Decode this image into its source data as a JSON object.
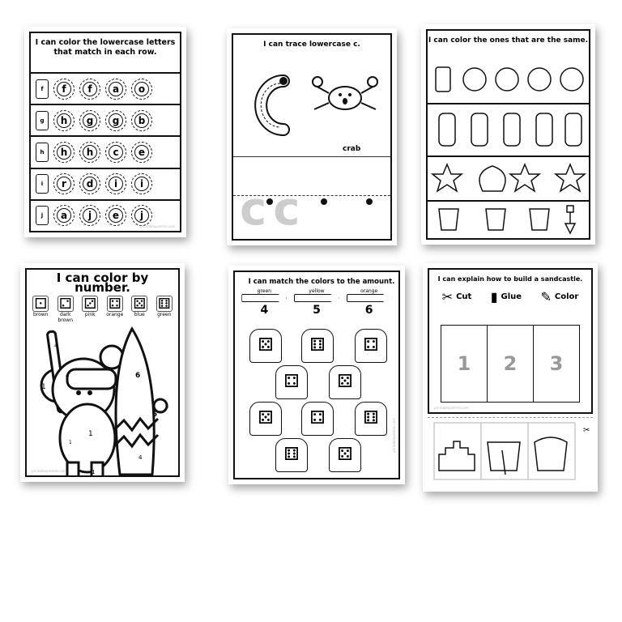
{
  "sheets": {
    "letters": {
      "title": "I can color the lowercase letters that match in each row.",
      "rows": [
        {
          "target": "f",
          "letters": [
            "f",
            "f",
            "a",
            "o"
          ]
        },
        {
          "target": "g",
          "letters": [
            "h",
            "g",
            "g",
            "b"
          ]
        },
        {
          "target": "h",
          "letters": [
            "h",
            "h",
            "c",
            "e"
          ]
        },
        {
          "target": "i",
          "letters": [
            "r",
            "d",
            "i",
            "i"
          ]
        },
        {
          "target": "j",
          "letters": [
            "a",
            "j",
            "e",
            "j"
          ]
        }
      ],
      "watermark": "printableparents.com"
    },
    "trace": {
      "title": "I can trace lowercase c.",
      "letter": "c",
      "word": "crab"
    },
    "same": {
      "title": "I can color the ones that are the same."
    },
    "bynumber": {
      "title": "I can color by number.",
      "key": [
        {
          "dots": "⚀",
          "color": "brown"
        },
        {
          "dots": "⚁",
          "color": "dark brown"
        },
        {
          "dots": "⚂",
          "color": "pink"
        },
        {
          "dots": "⚃",
          "color": "orange"
        },
        {
          "dots": "⚄",
          "color": "blue"
        },
        {
          "dots": "⚅",
          "color": "green"
        }
      ],
      "labels": [
        "4",
        "1",
        "4",
        "6",
        "1",
        "5",
        "1",
        "4",
        "1",
        "1",
        "1"
      ],
      "watermark": "printableparents.com"
    },
    "match": {
      "title": "I can match the colors to the amount.",
      "crayons": [
        {
          "color": "green",
          "amount": "4"
        },
        {
          "color": "yellow",
          "amount": "5"
        },
        {
          "color": "orange",
          "amount": "6"
        }
      ],
      "buckets": [
        "⚄",
        "⚅",
        "⚃",
        "⚃",
        "⚄",
        "⚄",
        "⚃",
        "⚅",
        "⚅",
        "⚄"
      ],
      "watermark": "printableparents.com"
    },
    "sandcastle": {
      "title": "I can explain how to build a sandcastle.",
      "steps": [
        {
          "icon": "scissors-icon",
          "label": "Cut"
        },
        {
          "icon": "glue-icon",
          "label": "Glue"
        },
        {
          "icon": "crayon-icon",
          "label": "Color"
        }
      ],
      "boxes": [
        "1",
        "2",
        "3"
      ],
      "watermark": "printableparents.com"
    }
  }
}
